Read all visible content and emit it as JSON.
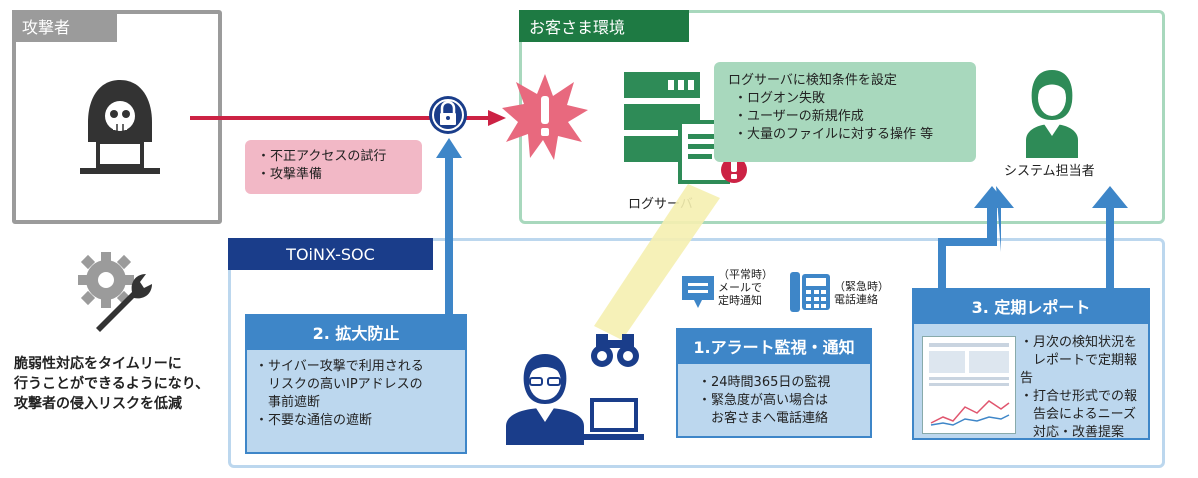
{
  "attacker": {
    "header": "攻撃者",
    "notes": [
      "・不正アクセスの試行",
      "・攻撃準備"
    ]
  },
  "customer_env": {
    "header": "お客さま環境",
    "server_label": "ログサーバ",
    "detection": {
      "title": "ログサーバに検知条件を設定",
      "items": [
        "・ログオン失敗",
        "・ユーザーの新規作成",
        "・大量のファイルに対する操作 等"
      ]
    },
    "staff_label": "システム担当者"
  },
  "soc": {
    "header": "TOiNX-SOC",
    "mail_note": [
      "（平常時）",
      "メールで",
      "定時通知"
    ],
    "phone_note": [
      "（緊急時）",
      "電話連絡"
    ],
    "step1": {
      "title": "1.アラート監視・通知",
      "lines": [
        "・24時間365日の監視",
        "・緊急度が高い場合は",
        "　お客さまへ電話連絡"
      ]
    },
    "step2": {
      "title": "2. 拡大防止",
      "lines": [
        "・サイバー攻撃で利用される",
        "　リスクの高いIPアドレスの",
        "　事前遮断",
        "・不要な通信の遮断"
      ]
    },
    "step3": {
      "title": "3. 定期レポート",
      "lines": [
        "・月次の検知状況を",
        "　レポートで定期報告",
        "・打合せ形式での報",
        "　告会によるニーズ",
        "　対応・改善提案"
      ]
    }
  },
  "benefit": [
    "脆弱性対応をタイムリーに",
    "行うことができるようになり、",
    "攻撃者の侵入リスクを低減"
  ],
  "colors": {
    "gray": "#9b9b9b",
    "green": "#2e8b57",
    "green_light": "#a8d8bd",
    "navy": "#1a3d8a",
    "blue": "#3e86c8",
    "blue_light": "#bcd7ee",
    "red": "#cc2244",
    "pink": "#f2b8c6"
  }
}
